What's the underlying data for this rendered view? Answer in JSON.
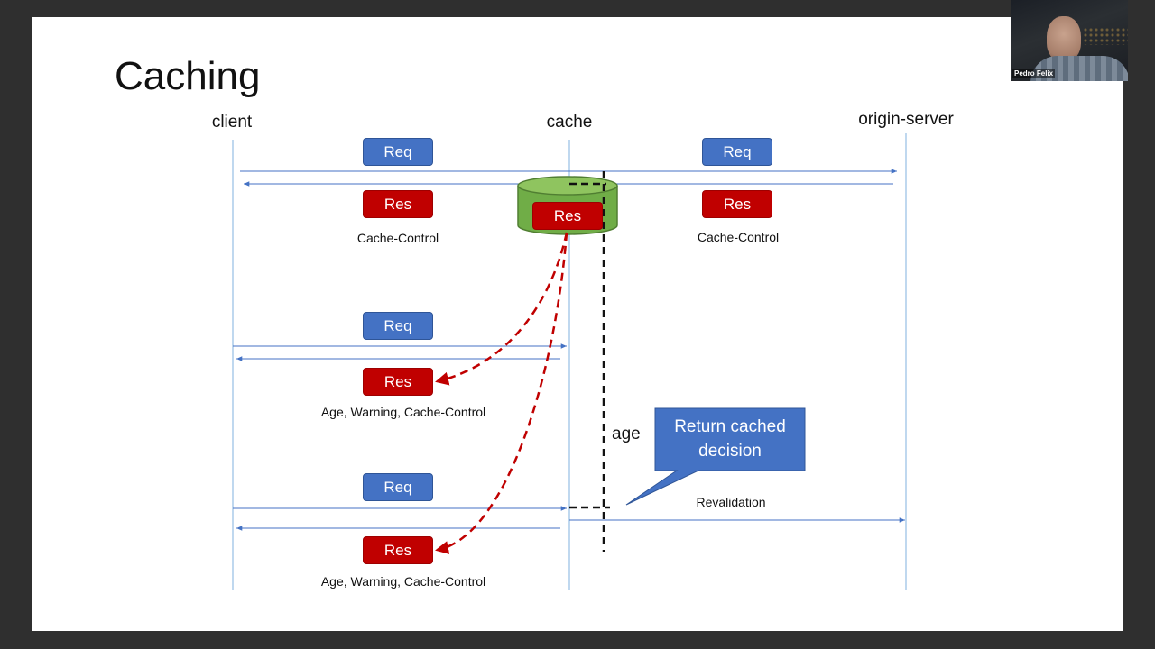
{
  "slide": {
    "title": "Caching",
    "lanes": {
      "client": "client",
      "cache": "cache",
      "origin": "origin-server"
    },
    "req_label": "Req",
    "res_label": "Res",
    "captions": {
      "cache_control_left": "Cache-Control",
      "cache_control_right": "Cache-Control",
      "age_warning_1": "Age, Warning, Cache-Control",
      "age_warning_2": "Age, Warning, Cache-Control",
      "revalidation": "Revalidation"
    },
    "age_label": "age",
    "callout": "Return cached decision"
  },
  "webcam": {
    "name": "Pedro Felix"
  },
  "colors": {
    "req_fill": "#4472c4",
    "res_fill": "#c00000",
    "cache_fill": "#70ad47",
    "arrow": "#4472c4",
    "lifeline": "#9dc3e6"
  }
}
